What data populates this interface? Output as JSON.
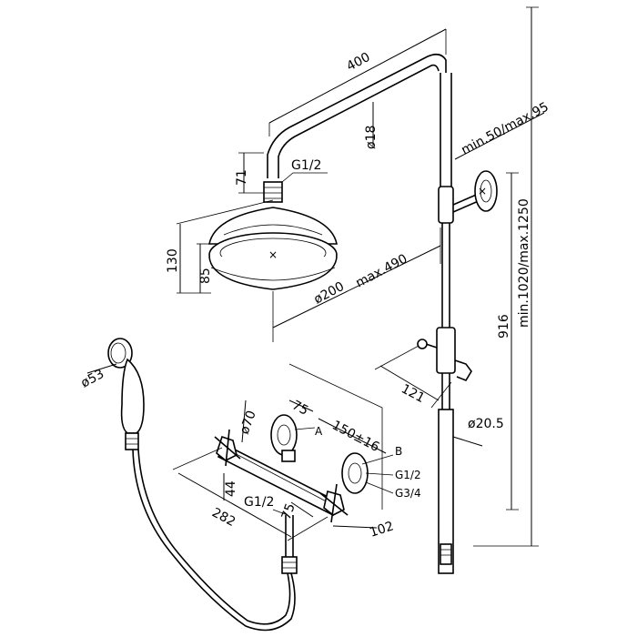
{
  "dimensions": {
    "arm_length": "400",
    "arm_diameter": "ø18",
    "wall_distance": "min.50/max.95",
    "head_drop": "71",
    "head_thread": "G1/2",
    "head_height": "130",
    "head_rim_height": "85",
    "head_diameter": "ø200",
    "head_reach": "max.490",
    "column_height": "min.1020/max.1250",
    "valve_height": "916",
    "slider_offset": "121",
    "column_diameter": "ø20.5",
    "handshower_diameter": "ø53",
    "escutcheon_diameter": "ø70",
    "outlet_spacing": "75",
    "inlet_spacing": "150±16",
    "valve_depth": "44",
    "outlet_thread": "G1/2",
    "mixer_width": "282",
    "inlet_spacing_lower": "75",
    "mixer_depth": "102",
    "inlet_thread_a": "G1/2",
    "inlet_thread_b": "G3/4"
  },
  "callouts": {
    "a": "A",
    "b": "B"
  }
}
